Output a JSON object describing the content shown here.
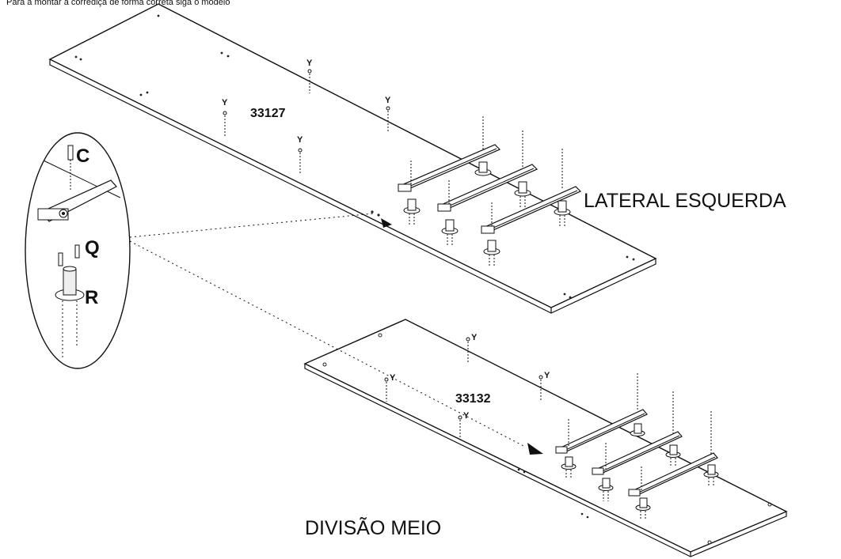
{
  "top_note": "Para a montar a corrediça de forma correta siga o modelo",
  "panels": {
    "left_side": {
      "code": "33127",
      "title": "LATERAL  ESQUERDA"
    },
    "middle_division": {
      "code": "33132",
      "title": "DIVISÃO MEIO"
    }
  },
  "screw_label": "Y",
  "detail_parts": {
    "c": "C",
    "q": "Q",
    "r": "R"
  }
}
